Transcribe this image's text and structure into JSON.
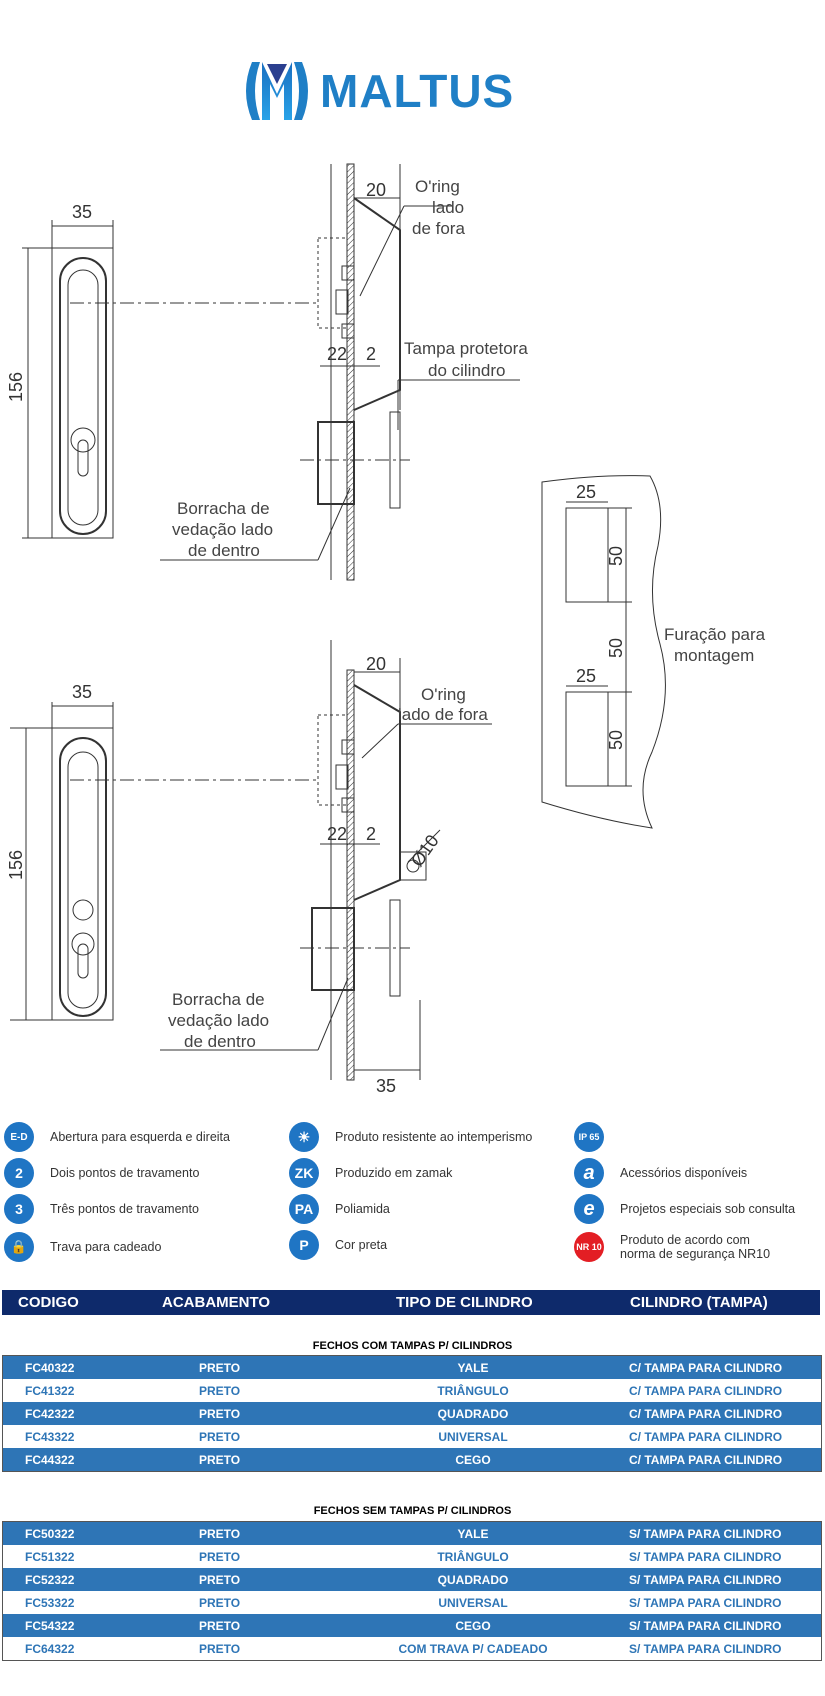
{
  "brand": {
    "name": "MALTUS",
    "color": "#1f7fc6"
  },
  "drawing": {
    "top": {
      "width_dim": "35",
      "height_dim": "156",
      "dim_20": "20",
      "dim_22": "22",
      "dim_2": "2",
      "oring_label": [
        "O'ring",
        "lado",
        "de fora"
      ],
      "tampa_label": [
        "Tampa protetora",
        "do cilindro"
      ],
      "borracha_label": [
        "Borracha de",
        "vedação lado",
        "de dentro"
      ]
    },
    "bottom": {
      "width_dim": "35",
      "height_dim": "156",
      "dim_20": "20",
      "dim_22": "22",
      "dim_2": "2",
      "dim_phi": "Ø10",
      "dim_35": "35",
      "oring_label": [
        "O'ring",
        "lado de fora"
      ],
      "borracha_label": [
        "Borracha de",
        "vedação lado",
        "de dentro"
      ]
    },
    "furacao": {
      "dim_25_top": "25",
      "dim_25_bottom": "25",
      "dim_50_a": "50",
      "dim_50_b": "50",
      "dim_50_c": "50",
      "label": [
        "Furação para",
        "montagem"
      ]
    }
  },
  "legend": [
    {
      "icon": "E-D",
      "icon_name": "left-right-opening-icon",
      "text": "Abertura para esquerda e direita"
    },
    {
      "icon": "2",
      "icon_name": "two-points-icon",
      "text": "Dois pontos de travamento"
    },
    {
      "icon": "3",
      "icon_name": "three-points-icon",
      "text": "Três pontos de travamento"
    },
    {
      "icon": "🔒",
      "icon_name": "padlock-icon",
      "text": "Trava para cadeado"
    },
    {
      "icon": "☀",
      "icon_name": "weather-resistant-icon",
      "text": "Produto resistente ao intemperismo"
    },
    {
      "icon": "ZK",
      "icon_name": "zamak-icon",
      "text": "Produzido em zamak"
    },
    {
      "icon": "PA",
      "icon_name": "polyamide-icon",
      "text": "Poliamida"
    },
    {
      "icon": "P",
      "icon_name": "black-color-icon",
      "text": "Cor preta"
    },
    {
      "icon": "IP 65",
      "icon_name": "ip65-icon",
      "text": ""
    },
    {
      "icon": "a",
      "icon_name": "accessories-icon",
      "text": "Acessórios disponíveis"
    },
    {
      "icon": "e",
      "icon_name": "special-projects-icon",
      "text": "Projetos especiais sob consulta"
    },
    {
      "icon": "NR 10",
      "icon_name": "nr10-icon",
      "text": "Produto de acordo com\nnorma de segurança NR10"
    }
  ],
  "table": {
    "headers": [
      "CODIGO",
      "ACABAMENTO",
      "TIPO DE CILINDRO",
      "CILINDRO (TAMPA)"
    ],
    "section1": {
      "title": "FECHOS COM TAMPAS P/ CILINDROS",
      "rows": [
        [
          "FC40322",
          "PRETO",
          "YALE",
          "C/ TAMPA PARA CILINDRO"
        ],
        [
          "FC41322",
          "PRETO",
          "TRIÂNGULO",
          "C/ TAMPA PARA CILINDRO"
        ],
        [
          "FC42322",
          "PRETO",
          "QUADRADO",
          "C/ TAMPA PARA CILINDRO"
        ],
        [
          "FC43322",
          "PRETO",
          "UNIVERSAL",
          "C/ TAMPA PARA CILINDRO"
        ],
        [
          "FC44322",
          "PRETO",
          "CEGO",
          "C/ TAMPA PARA CILINDRO"
        ]
      ]
    },
    "section2": {
      "title": "FECHOS SEM TAMPAS P/ CILINDROS",
      "rows": [
        [
          "FC50322",
          "PRETO",
          "YALE",
          "S/ TAMPA PARA CILINDRO"
        ],
        [
          "FC51322",
          "PRETO",
          "TRIÂNGULO",
          "S/ TAMPA PARA CILINDRO"
        ],
        [
          "FC52322",
          "PRETO",
          "QUADRADO",
          "S/ TAMPA PARA CILINDRO"
        ],
        [
          "FC53322",
          "PRETO",
          "UNIVERSAL",
          "S/ TAMPA PARA CILINDRO"
        ],
        [
          "FC54322",
          "PRETO",
          "CEGO",
          "S/ TAMPA PARA CILINDRO"
        ],
        [
          "FC64322",
          "PRETO",
          "COM TRAVA P/ CADEADO",
          "S/ TAMPA PARA CILINDRO"
        ]
      ]
    }
  }
}
